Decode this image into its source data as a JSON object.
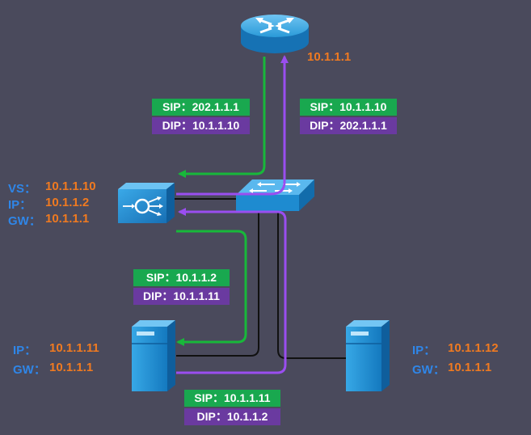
{
  "colors": {
    "background": "#4a4a5c",
    "green_path": "#18b83a",
    "purple_path": "#9a4ef0",
    "cable": "#111111",
    "sip_box": "#19a84f",
    "dip_box": "#6a3aa0",
    "key_text": "#2f86e8",
    "value_text": "#f07a20",
    "device_blue": "#1e90d0"
  },
  "router": {
    "ip": "10.1.1.1"
  },
  "load_balancer": {
    "vs_key": "VS：",
    "vs_value": "10.1.1.10",
    "ip_key": "IP：",
    "ip_value": "10.1.1.2",
    "gw_key": "GW：",
    "gw_value": "10.1.1.1"
  },
  "server_left": {
    "ip_key": "IP：",
    "ip_value": "10.1.1.11",
    "gw_key": "GW：",
    "gw_value": "10.1.1.1"
  },
  "server_right": {
    "ip_key": "IP：",
    "ip_value": "10.1.1.12",
    "gw_key": "GW：",
    "gw_value": "10.1.1.1"
  },
  "flow_labels": {
    "router_out": {
      "sip": "SIP：202.1.1.1",
      "dip": "DIP：10.1.1.10"
    },
    "router_in": {
      "sip": "SIP：10.1.1.10",
      "dip": "DIP：202.1.1.1"
    },
    "lb_to_server": {
      "sip": "SIP：10.1.1.2",
      "dip": "DIP：10.1.1.11"
    },
    "server_to_lb": {
      "sip": "SIP：10.1.1.11",
      "dip": "DIP：10.1.1.2"
    }
  }
}
